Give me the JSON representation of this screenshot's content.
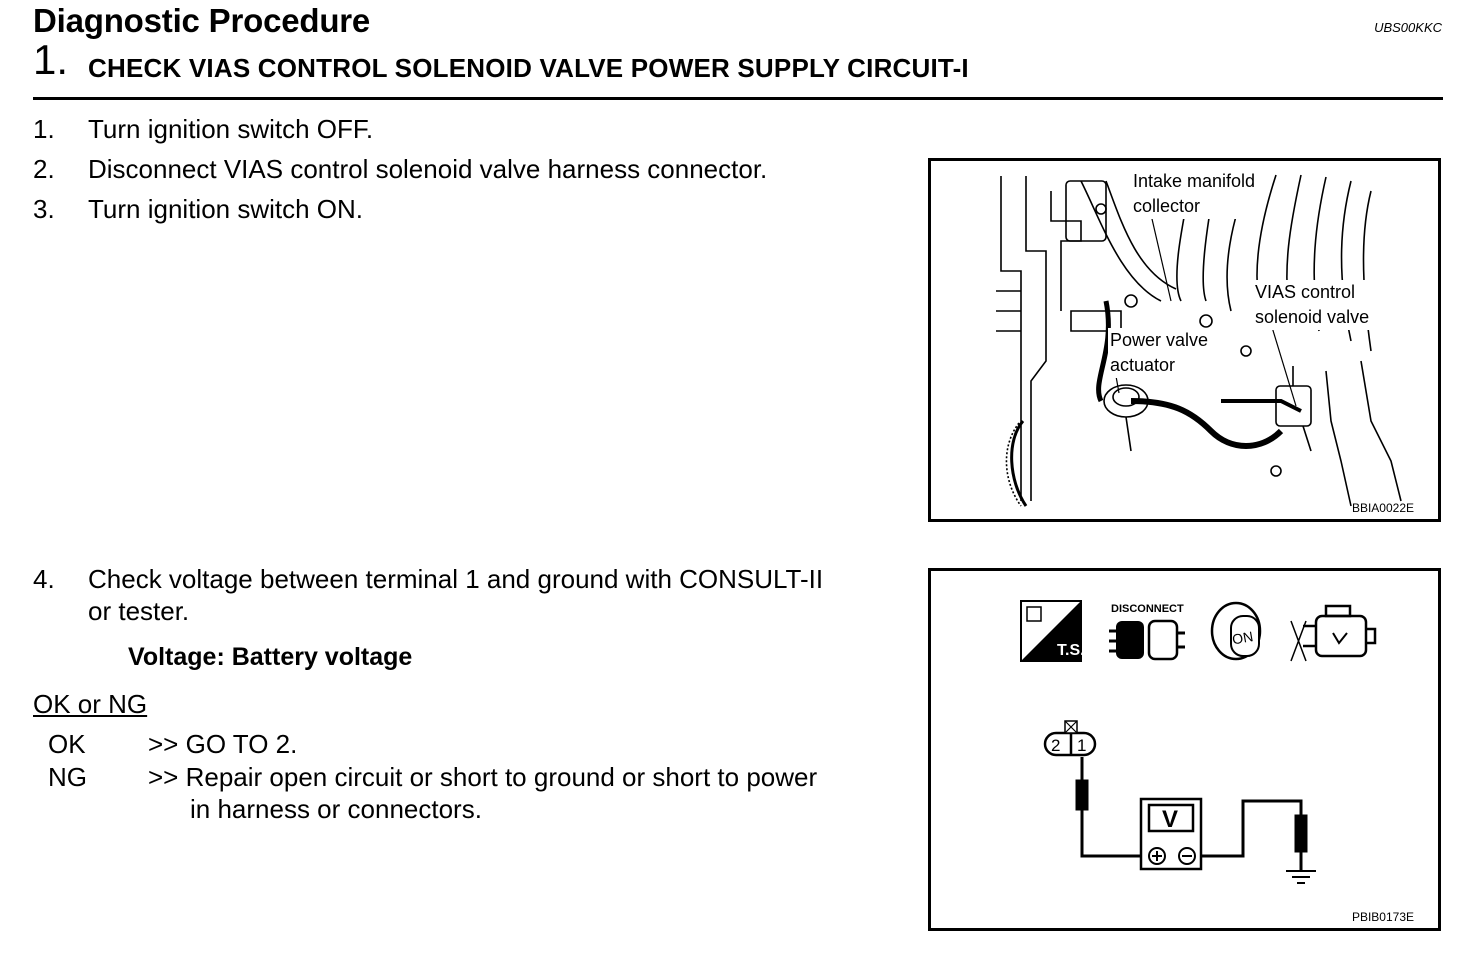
{
  "header": {
    "title": "Diagnostic Procedure",
    "doc_code": "UBS00KKC",
    "step_number": "1.",
    "step_title": "CHECK VIAS CONTROL SOLENOID VALVE POWER SUPPLY CIRCUIT-I"
  },
  "steps": [
    {
      "num": "1.",
      "text": "Turn ignition switch OFF."
    },
    {
      "num": "2.",
      "text": "Disconnect VIAS control solenoid valve harness connector."
    },
    {
      "num": "3.",
      "text": "Turn ignition switch ON."
    },
    {
      "num": "4.",
      "line1": "Check voltage between terminal 1 and ground with CONSULT-II",
      "line2": "or tester."
    }
  ],
  "spec": "Voltage: Battery voltage",
  "ok_ng": {
    "heading": "OK or NG",
    "ok_label": "OK",
    "ok_action": ">> GO TO 2.",
    "ng_label": "NG",
    "ng_action_line1": ">> Repair open circuit or short to ground or short to power",
    "ng_action_line2": "in harness or connectors."
  },
  "figure1": {
    "labels": {
      "intake_line1": "Intake manifold",
      "intake_line2": "collector",
      "vias_line1": "VIAS control",
      "vias_line2": "solenoid valve",
      "power_line1": "Power valve",
      "power_line2": "actuator"
    },
    "code": "BBIA0022E"
  },
  "figure2": {
    "icons": {
      "ts": "T.S.",
      "disconnect": "DISCONNECT",
      "on": "ON"
    },
    "terminal_left": "2",
    "terminal_right": "1",
    "meter": "V",
    "code": "PBIB0173E"
  }
}
